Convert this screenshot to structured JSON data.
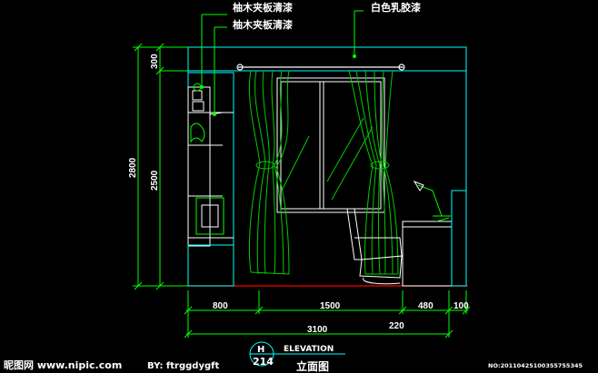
{
  "colors": {
    "background": "#000000",
    "outline": "#00ffff",
    "dimension": "#00ff00",
    "text": "#ffffff",
    "curtain": "#00cc00",
    "furniture": "#ffffff",
    "floor": "#ff0000"
  },
  "annotations": {
    "label_1": "柚木夹板清漆",
    "label_2": "柚木夹板清漆",
    "label_3": "白色乳胶漆"
  },
  "dimensions": {
    "height_total": "2800",
    "height_partial": "2500",
    "height_top": "300",
    "width_cabinet": "800",
    "width_window": "1500",
    "width_desk": "480",
    "width_side": "100",
    "width_gap": "220",
    "width_total": "3100"
  },
  "title_block": {
    "view_letter": "H",
    "sheet_number": "214",
    "view_name_en": "ELEVATION",
    "view_name_cn": "立面图"
  },
  "watermark": {
    "site": "昵图网 www.nipic.com",
    "author": "BY: ftrggdygft",
    "id": "NO:20110425100355755345"
  }
}
